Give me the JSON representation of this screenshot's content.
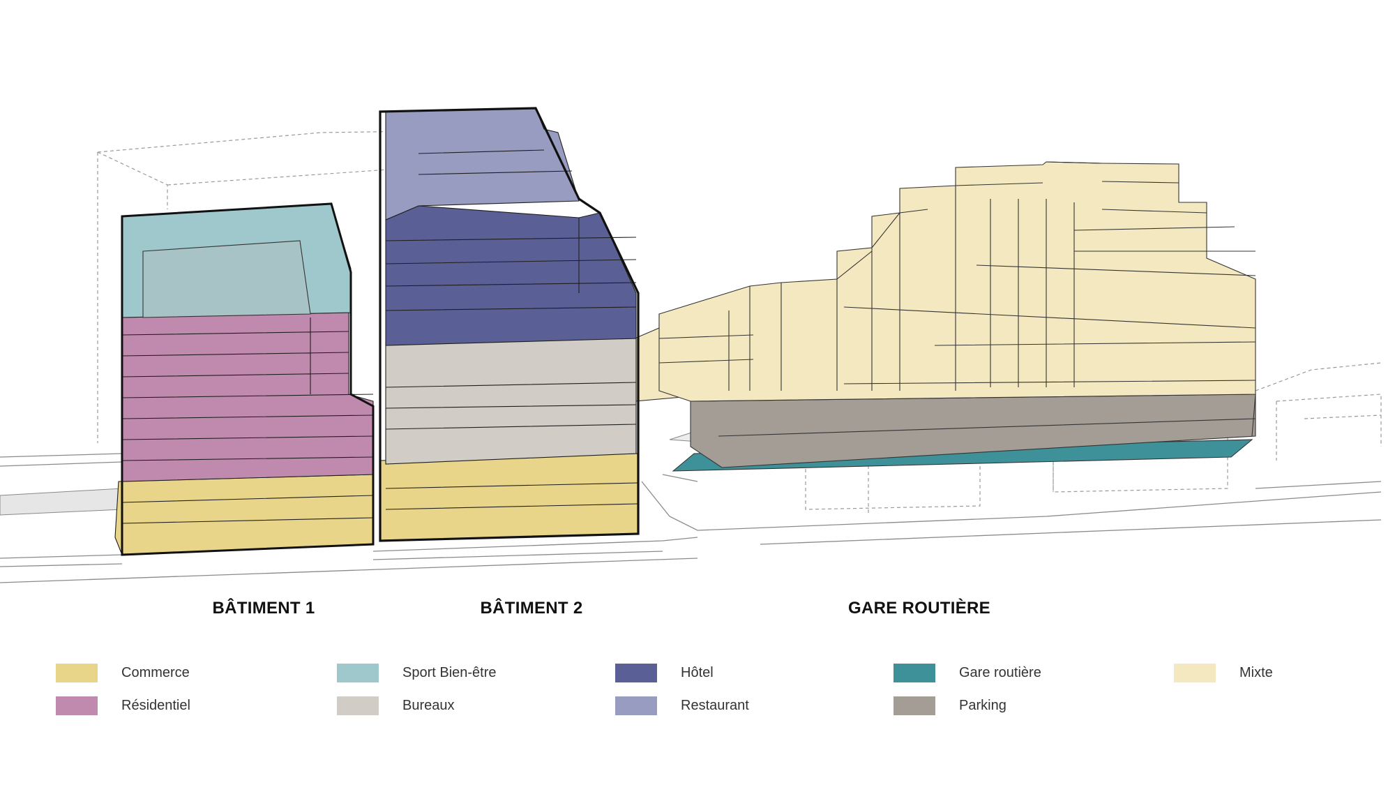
{
  "buildings": {
    "b1": "BÂTIMENT 1",
    "b2": "BÂTIMENT 2",
    "gare": "GARE ROUTIÈRE"
  },
  "legend": [
    {
      "label": "Commerce",
      "color": "#E8D58A"
    },
    {
      "label": "Résidentiel",
      "color": "#C08AAE"
    },
    {
      "label": "Sport Bien-être",
      "color": "#9FC8CC"
    },
    {
      "label": "Bureaux",
      "color": "#D2CCC6"
    },
    {
      "label": "Hôtel",
      "color": "#5A5F96"
    },
    {
      "label": "Restaurant",
      "color": "#989CC0"
    },
    {
      "label": "Gare routière",
      "color": "#3E9199"
    },
    {
      "label": "Parking",
      "color": "#A39D95"
    },
    {
      "label": "Mixte",
      "color": "#F3E8BF"
    }
  ]
}
